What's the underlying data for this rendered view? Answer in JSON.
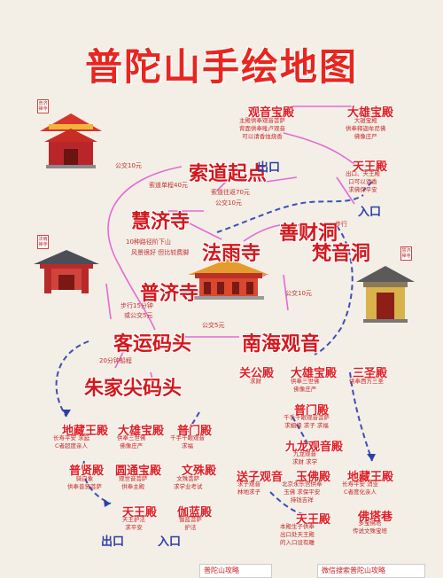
{
  "title": "普陀山手绘地图",
  "places": {
    "suodao_qidian": "索道起点",
    "huiji_si": "慧济寺",
    "fayu_si": "法雨寺",
    "shancai_dong": "善财洞",
    "fanyin_dong": "梵音洞",
    "puji_si": "普济寺",
    "keyun_matou": "客运码头",
    "nanhai_guanyin": "南海观音",
    "zhujiajian_matou": "朱家尖码头"
  },
  "halls": {
    "guanyin_baodian": "观音宝殿",
    "daxiong_baodian_top": "大雄宝殿",
    "tianwang_dian_top": "天王殿",
    "guangong_dian": "关公殿",
    "daxiong_baodian_mid": "大雄宝殿",
    "sansheng_dian": "三圣殿",
    "pumen_dian": "普门殿",
    "jiulong_guanyin_dian": "九龙观音殿",
    "yufo_dian": "玉佛殿",
    "songzi_guanyin": "送子观音",
    "dizang_wangdian_right": "地藏王殿",
    "fo_ta_label": "佛塔巷",
    "tianwang_dian_mid": "天王殿",
    "dizang_wangdian_left": "地藏王殿",
    "daxiong_baodian_left": "大雄宝殿",
    "pumen_dian_left": "普门殿",
    "puxian_dian": "普贤殿",
    "yuantong_baodian": "圆通宝殿",
    "wenshu_dian": "文殊殿",
    "tianwang_dian_bottom": "天王殿",
    "qielan_dian": "伽蓝殿"
  },
  "exits": {
    "chukou_top": "出口",
    "rukou_top": "入口",
    "chukou_bottom": "出口",
    "rukou_bottom": "入口"
  },
  "notes": {
    "gongjiao_10yuan": "公交10元",
    "suodao_dan": "索道单程40元",
    "suodao_wang": "索道往返70元",
    "gongjiao_10b": "公交10元",
    "buxing_note": "10种路径阶下山",
    "fengjing_note": "风景很好 但比较费脚",
    "buxing": "步行",
    "gongjiao_10c": "公交10元",
    "buxing_15": "步行15分钟",
    "gongjiao_5": "或公交5元",
    "gongjiao_5b": "公交5元",
    "chuan_20": "20分钟船程"
  },
  "sub_notes": {
    "guanyin_baodian": "主殿供奉观音菩萨\n背面供奉毗卢观音\n可以请香烛烧香",
    "daxiong_top": "大雄宝殿\n供奉释迦牟尼佛\n佛像庄严",
    "tianwang_top": "出口、天王殿\n口可以请香\n求佛保平安",
    "guangong": "求财",
    "daxiong_mid": "供奉三世佛\n佛像庄严",
    "sansheng": "供奉西方三圣",
    "pumen": "千手千眼观音菩萨\n求姻缘 求子 求福",
    "songzi": "求子观音\n林地求子",
    "jiulong": "九龙观音\n求财 求学",
    "yufo": "北京永乐宫供奉\n玉佛 求保平安\n持钱吉祥",
    "dizang_right": "长寿平安 消业\nC者度化亲人",
    "fo_ta": "多宝佛塔\n传说文殊宝塔",
    "tianwang_mid": "本殿生子供奉\n出口处天王殿\n的入口设有雕",
    "dizang_left": "长寿平安 求延\nC者超度亲人",
    "daxiong_left": "供奉三世佛\n佛像庄严",
    "pumen_left": "千手千眼观音\n求福",
    "puxian": "骑白象\n供奉普贤菩萨",
    "yuantong": "观世音菩萨\n供奉主殿",
    "wenshu": "文殊菩萨\n求学业考试",
    "tianwang_bottom": "天王护法\n求平安",
    "qielan": "伽蓝菩萨\n护法"
  },
  "tags": {
    "left_top": "普济禅寺",
    "left_mid": "法雨禅寺",
    "right": "慧济禅寺"
  },
  "bottom": {
    "left": "普陀山攻略",
    "right": "微信搜索普陀山攻略"
  },
  "colors": {
    "title": "#e8261f",
    "place": "#d4181d",
    "hall": "#e01f24",
    "exit": "#2a3fa8",
    "route_pink": "#e36bd4",
    "route_dash": "#3c4fb5",
    "background": "#f3eee6"
  }
}
